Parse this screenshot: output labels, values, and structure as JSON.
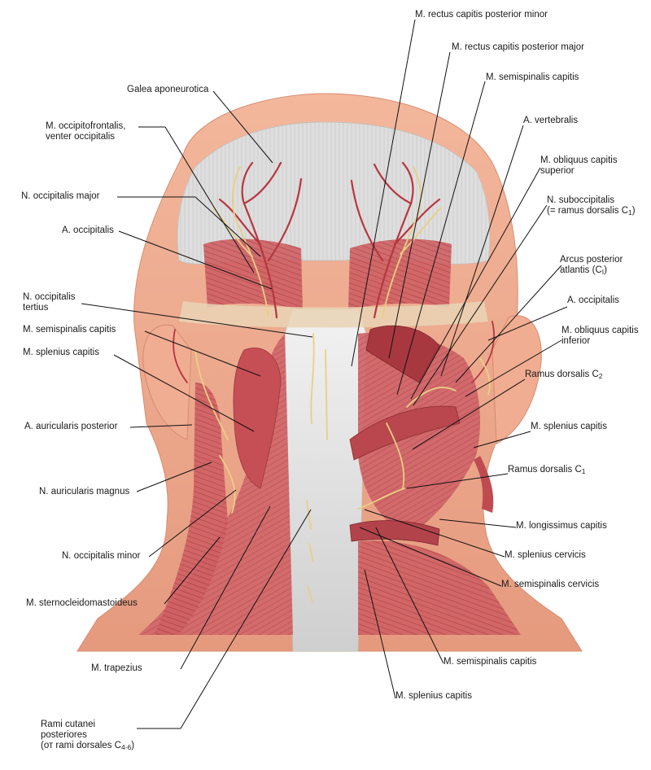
{
  "colors": {
    "skin": "#eba68a",
    "skin_light": "#f6cdb8",
    "aponeurosis": "#dcdcdc",
    "aponeurosis_shade": "#c9c9c9",
    "muscle": "#c8555a",
    "muscle_dark": "#9e3a3e",
    "muscle_light": "#e48b86",
    "nerve": "#e8d08a",
    "artery": "#b83a44",
    "leader": "#111111"
  },
  "labels": {
    "rectus_minor": "M. rectus capitis posterior minor",
    "rectus_major": "M. rectus capitis posterior major",
    "semispinalis_cap_r": "M. semispinalis capitis",
    "a_vertebralis": "A. vertebralis",
    "obliquus_sup_1": "M. obliquus capitis",
    "obliquus_sup_2": "superior",
    "suboccipitalis_1": "N. suboccipitalis",
    "suboccipitalis_2": "(= ramus dorsalis C",
    "suboccipitalis_sub": "1",
    "suboccipitalis_end": ")",
    "arcus_1": "Arcus posterior",
    "arcus_2": "atlantis (C",
    "arcus_sub": "I",
    "arcus_end": ")",
    "a_occipitalis_r": "A. occipitalis",
    "obliquus_inf_1": "M. obliquus capitis",
    "obliquus_inf_2": "inferior",
    "ramus_c2": "Ramus dorsalis C",
    "ramus_c2_sub": "2",
    "splenius_r": "M. splenius capitis",
    "ramus_c1": "Ramus dorsalis C",
    "ramus_c1_sub": "1",
    "longissimus": "M. longissimus capitis",
    "splenius_cervicis": "M. splenius cervicis",
    "semispinalis_cervicis": "M. semispinalis cervicis",
    "semispinalis_cap_bottom": "M. semispinalis capitis",
    "splenius_bottom": "M. splenius capitis",
    "galea": "Galea aponeurotica",
    "occipitofrontalis_1": "M. occipitofrontalis,",
    "occipitofrontalis_2": "venter occipitalis",
    "occipitalis_major": "N. occipitalis major",
    "a_occipitalis_l": "A. occipitalis",
    "occipitalis_tertius_1": "N. occipitalis",
    "occipitalis_tertius_2": "tertius",
    "semispinalis_cap_l": "M. semispinalis capitis",
    "splenius_l": "M. splenius capitis",
    "auricularis_post": "A. auricularis posterior",
    "auricularis_magnus": "N. auricularis magnus",
    "occipitalis_minor": "N. occipitalis minor",
    "sternocleido": "M. sternocleidomastoideus",
    "trapezius": "M. trapezius",
    "rami_1": "Rami cutanei",
    "rami_2": "posteriores",
    "rami_3": "(от rami dorsales C",
    "rami_sub": "4-6",
    "rami_end": ")"
  }
}
